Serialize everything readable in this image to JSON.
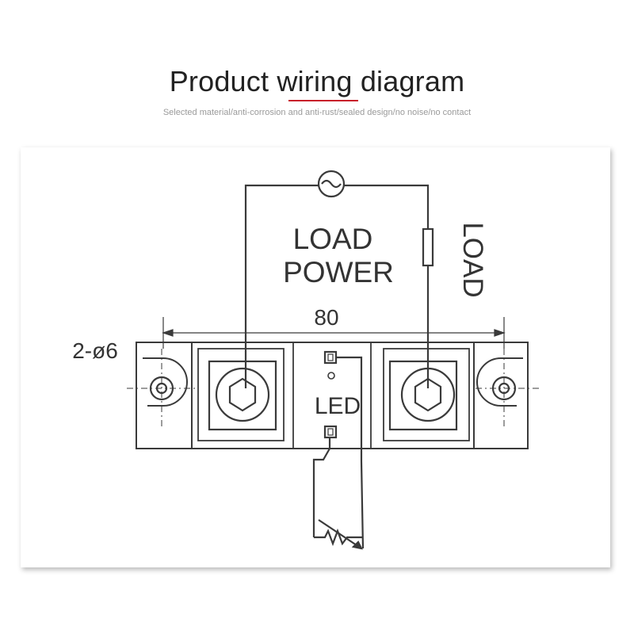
{
  "header": {
    "title": "Product wiring diagram",
    "subtitle": "Selected material/anti-corrosion and anti-rust/sealed design/no noise/no contact",
    "accent_color": "#c8202a"
  },
  "diagram": {
    "load_power_line1": "LOAD",
    "load_power_line2": "POWER",
    "load_label": "LOAD",
    "dimension_value": "80",
    "hole_label": "2-ø6",
    "led_label": "LED",
    "icons": [
      "ac-source-icon",
      "load-resistor-icon",
      "potentiometer-icon",
      "hex-terminal-icon",
      "mounting-hole-icon"
    ]
  }
}
